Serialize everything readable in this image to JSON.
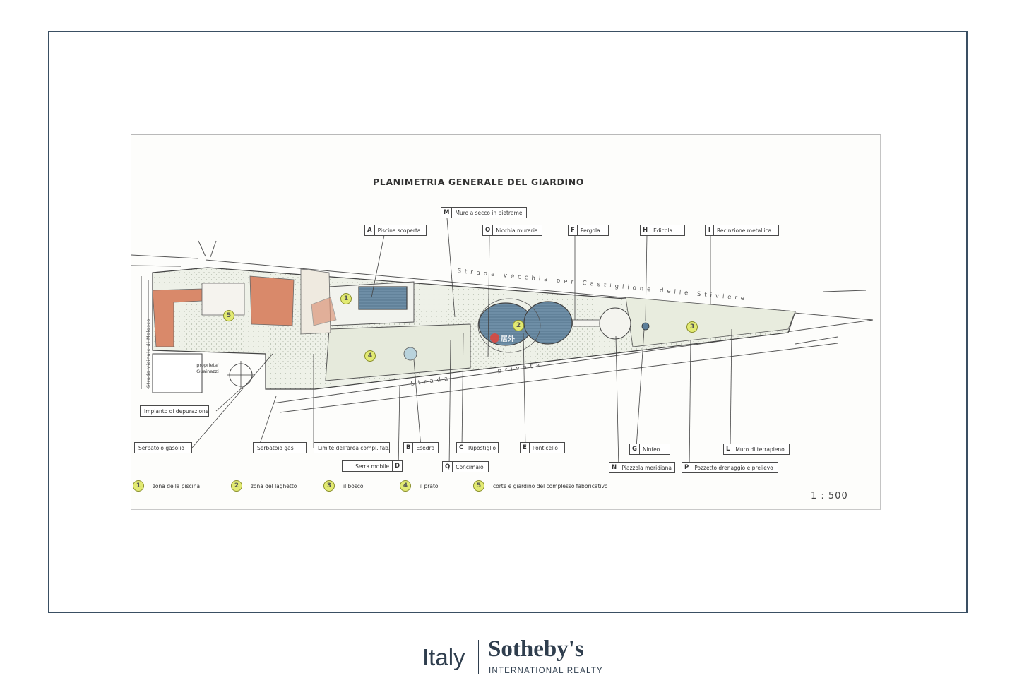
{
  "plan": {
    "title": "PLANIMETRIA GENERALE DEL GIARDINO",
    "scale": "1 : 500",
    "roads": {
      "vecchia": "Strada vecchia per Castiglione delle Stiviere",
      "strada": "Strada",
      "privata": "privata",
      "vicinale": "Strada vicinale di Malosco"
    },
    "notes": {
      "proprieta": "proprieta' Guainazzi"
    },
    "labels": {
      "muro_secco": {
        "letter": "M",
        "text": "Muro a secco in pietrame"
      },
      "piscina": {
        "letter": "A",
        "text": "Piscina scoperta"
      },
      "nicchia": {
        "letter": "O",
        "text": "Nicchia muraria"
      },
      "pergola": {
        "letter": "F",
        "text": "Pergola"
      },
      "edicola": {
        "letter": "H",
        "text": "Edicola"
      },
      "recinzione": {
        "letter": "I",
        "text": "Recinzione metallica"
      },
      "impianto": {
        "text": "Impianto di depurazione"
      },
      "serbatoio_gasolio": {
        "text": "Serbatoio gasolio"
      },
      "serbatoio_gas": {
        "text": "Serbatoio gas"
      },
      "limite": {
        "text": "Limite dell'area compl. fab."
      },
      "esedra": {
        "letter": "B",
        "text": "Esedra"
      },
      "ripostiglio": {
        "letter": "C",
        "text": "Ripostiglio"
      },
      "ponticello": {
        "letter": "E",
        "text": "Ponticello"
      },
      "ninfeo": {
        "letter": "G",
        "text": "Ninfeo"
      },
      "muro_terrapieno": {
        "letter": "L",
        "text": "Muro di terrapieno"
      },
      "serra": {
        "letter": "D",
        "text": "Serra mobile"
      },
      "concimaio": {
        "letter": "Q",
        "text": "Concimaio"
      },
      "piazzola": {
        "letter": "N",
        "text": "Piazzola meridiana"
      },
      "pozzetto": {
        "letter": "P",
        "text": "Pozzetto drenaggio e prelievo"
      }
    },
    "zones": [
      "1",
      "2",
      "3",
      "4",
      "5"
    ],
    "legend": [
      {
        "num": "1",
        "text": "zona della piscina"
      },
      {
        "num": "2",
        "text": "zona del laghetto"
      },
      {
        "num": "3",
        "text": "il bosco"
      },
      {
        "num": "4",
        "text": "il prato"
      },
      {
        "num": "5",
        "text": "corte e giardino del complesso fabbricativo"
      }
    ],
    "watermark": "居外"
  },
  "footer": {
    "region": "Italy",
    "brand": "Sotheby's",
    "subtitle": "INTERNATIONAL REALTY"
  },
  "colors": {
    "frame_border": "#3a4f63",
    "zone_badge": "#e2ea72",
    "building_roof": "#d9896a",
    "water": "#5d7f9a",
    "brand": "#2f3e4e"
  }
}
